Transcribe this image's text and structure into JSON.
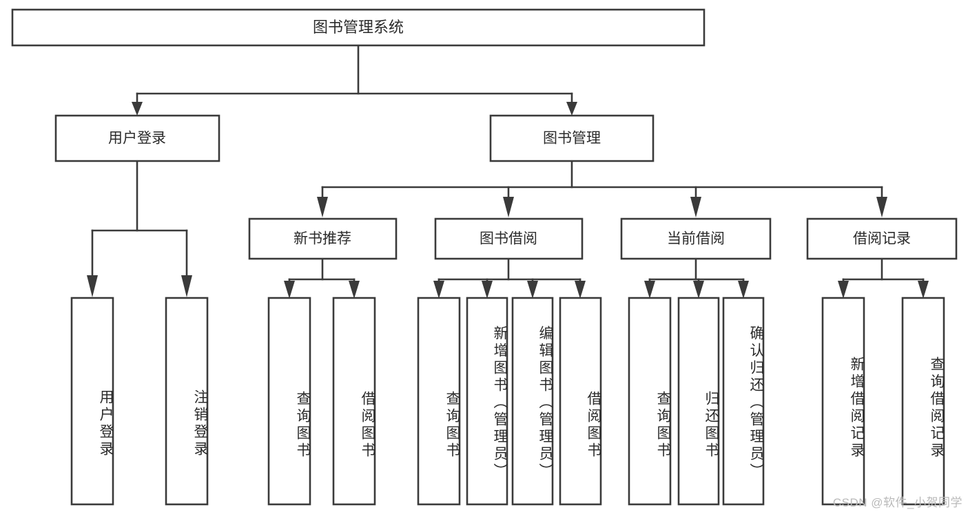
{
  "diagram": {
    "type": "tree-hierarchy",
    "title": "图书管理系统",
    "watermark": "CSDN @软件_小贺同学",
    "colors": {
      "stroke": "#3a3a3a",
      "fill": "#ffffff",
      "text": "#2b2b2b",
      "watermark": "#b9b9b9",
      "background": "#ffffff"
    },
    "levels": {
      "root": {
        "label": "图书管理系统"
      },
      "level2": [
        {
          "id": "user-login",
          "label": "用户登录"
        },
        {
          "id": "book-manage",
          "label": "图书管理"
        }
      ],
      "level3": [
        {
          "id": "new-book-rec",
          "label": "新书推荐",
          "parent": "book-manage"
        },
        {
          "id": "book-borrow",
          "label": "图书借阅",
          "parent": "book-manage"
        },
        {
          "id": "current-borrow",
          "label": "当前借阅",
          "parent": "book-manage"
        },
        {
          "id": "borrow-record",
          "label": "借阅记录",
          "parent": "book-manage"
        }
      ],
      "leaves": [
        {
          "id": "leaf-user-login",
          "label": "用户登录",
          "parent": "user-login"
        },
        {
          "id": "leaf-logout",
          "label": "注销登录",
          "parent": "user-login"
        },
        {
          "id": "leaf-query-book-1",
          "label": "查询图书",
          "parent": "new-book-rec"
        },
        {
          "id": "leaf-borrow-book-1",
          "label": "借阅图书",
          "parent": "new-book-rec"
        },
        {
          "id": "leaf-query-book-2",
          "label": "查询图书",
          "parent": "book-borrow"
        },
        {
          "id": "leaf-add-book",
          "label": "新增图书（管理员）",
          "parent": "book-borrow"
        },
        {
          "id": "leaf-edit-book",
          "label": "编辑图书（管理员）",
          "parent": "book-borrow"
        },
        {
          "id": "leaf-borrow-book-2",
          "label": "借阅图书",
          "parent": "book-borrow"
        },
        {
          "id": "leaf-query-book-3",
          "label": "查询图书",
          "parent": "current-borrow"
        },
        {
          "id": "leaf-return-book",
          "label": "归还图书",
          "parent": "current-borrow"
        },
        {
          "id": "leaf-confirm-return",
          "label": "确认归还（管理员）",
          "parent": "current-borrow"
        },
        {
          "id": "leaf-add-record",
          "label": "新增借阅记录",
          "parent": "borrow-record"
        },
        {
          "id": "leaf-query-record",
          "label": "查询借阅记录",
          "parent": "borrow-record"
        }
      ]
    }
  }
}
